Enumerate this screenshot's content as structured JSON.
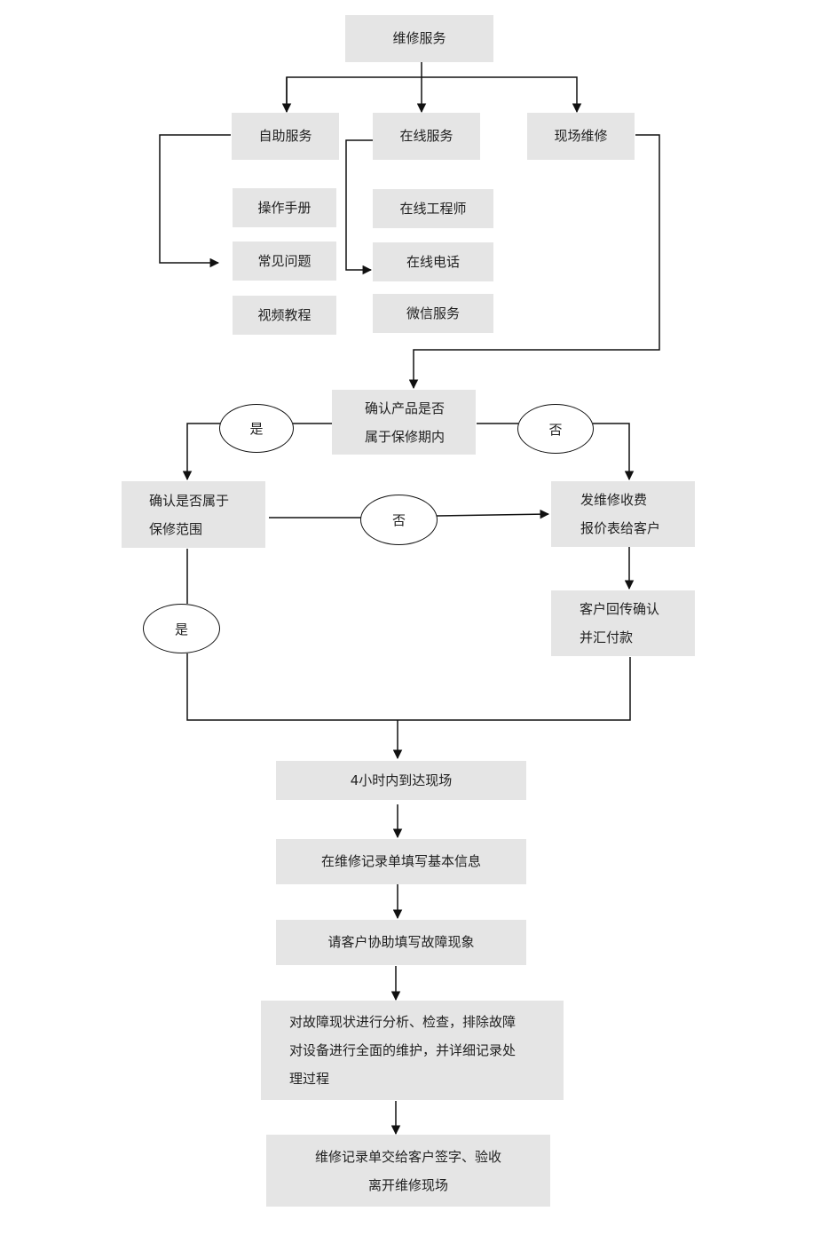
{
  "top": "维修服务",
  "branches": {
    "self_service": "自助服务",
    "online_service": "在线服务",
    "onsite_repair": "现场维修"
  },
  "self_service_items": [
    "操作手册",
    "常见问题",
    "视频教程"
  ],
  "online_service_items": [
    "在线工程师",
    "在线电话",
    "微信服务"
  ],
  "check_warranty_period": [
    "确认产品是否",
    "属于保修期内"
  ],
  "check_warranty_scope": [
    "确认是否属于",
    "保修范围"
  ],
  "quote": [
    "发维修收费",
    "报价表给客户"
  ],
  "customer_confirm": [
    "客户回传确认",
    "并汇付款"
  ],
  "labels": {
    "yes": "是",
    "no": "否"
  },
  "steps": {
    "arrive": "4小时内到达现场",
    "record_info": "在维修记录单填写基本信息",
    "fill_fault": "请客户协助填写故障现象",
    "analyze": [
      "对故障现状进行分析、检查，排除故障",
      "对设备进行全面的维护，并详细记录处",
      "理过程"
    ],
    "sign_off": [
      "维修记录单交给客户签字、验收",
      "离开维修现场"
    ]
  }
}
